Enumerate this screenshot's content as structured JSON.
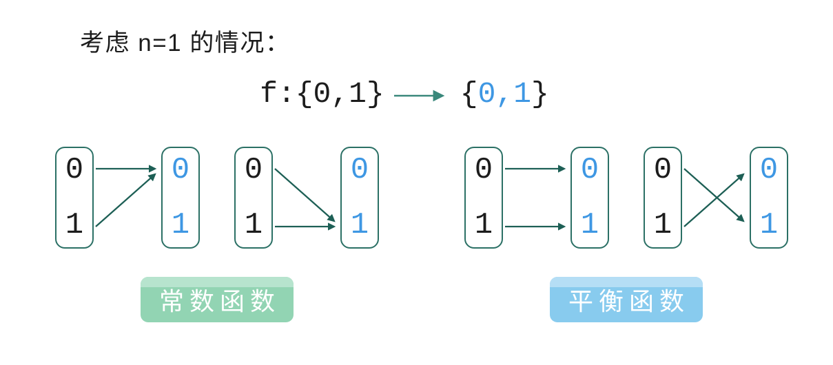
{
  "title": "考虑 n=1 的情况：",
  "function_signature": {
    "domain": "f:{0,1}",
    "arrow_icon": "maps-to-arrow",
    "codomain": {
      "open": "{",
      "zero": "0",
      "comma": ",",
      "one": "1",
      "close": "}"
    }
  },
  "diagrams": [
    {
      "name": "constant-zero",
      "inputs": [
        "0",
        "1"
      ],
      "outputs": [
        "0",
        "1"
      ],
      "mapping": [
        [
          0,
          0
        ],
        [
          1,
          0
        ]
      ]
    },
    {
      "name": "constant-one",
      "inputs": [
        "0",
        "1"
      ],
      "outputs": [
        "0",
        "1"
      ],
      "mapping": [
        [
          0,
          1
        ],
        [
          1,
          1
        ]
      ]
    },
    {
      "name": "identity",
      "inputs": [
        "0",
        "1"
      ],
      "outputs": [
        "0",
        "1"
      ],
      "mapping": [
        [
          0,
          0
        ],
        [
          1,
          1
        ]
      ]
    },
    {
      "name": "negation",
      "inputs": [
        "0",
        "1"
      ],
      "outputs": [
        "0",
        "1"
      ],
      "mapping": [
        [
          0,
          1
        ],
        [
          1,
          0
        ]
      ]
    }
  ],
  "labels": {
    "constant": {
      "text": "常数函数",
      "color": "#92d4b3",
      "highlight": "#b7e4ce"
    },
    "balanced": {
      "text": "平衡函数",
      "color": "#88cbee",
      "highlight": "#b5def5"
    }
  },
  "colors": {
    "ink": "#1c1c1c",
    "blue": "#3e97e3",
    "arrow": "#1d5f55",
    "box_border": "#2b7065",
    "f_arrow": "#3a887b",
    "badge_text": "#ffffff"
  }
}
